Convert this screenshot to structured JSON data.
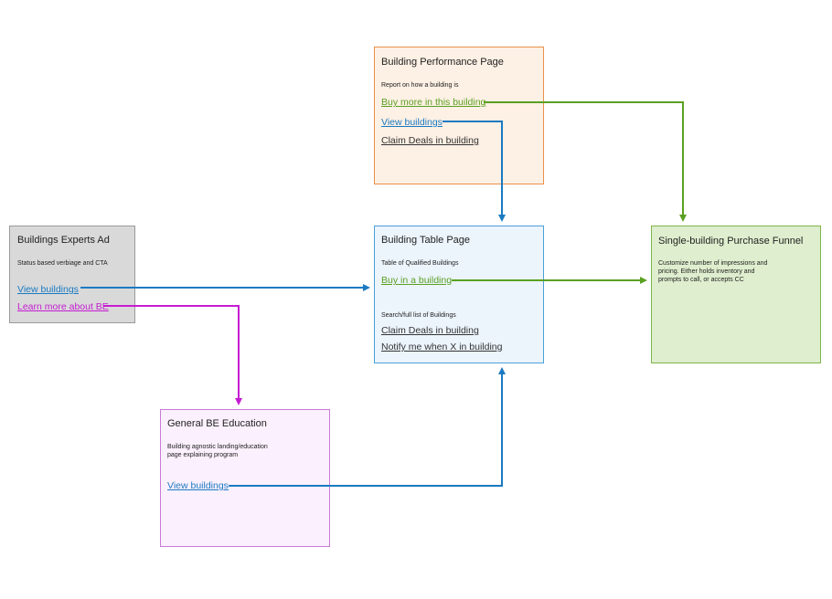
{
  "colors": {
    "blue": "#1a7ac2",
    "green": "#5aa022",
    "magenta": "#c51bd2",
    "dark": "#333333"
  },
  "boxes": {
    "ad": {
      "title": "Buildings Experts Ad",
      "desc": "Status based verbiage and CTA",
      "links": [
        "View buildings",
        "Learn more about BE"
      ]
    },
    "perf": {
      "title": "Building Performance Page",
      "desc": "Report on how a building is",
      "links": [
        "Buy more in this building",
        "View buildings",
        "Claim Deals in building"
      ]
    },
    "table": {
      "title": "Building Table Page",
      "desc": "Table of Qualified Buildings",
      "link_buy": "Buy in a building",
      "desc2": "Search/full list of Buildings",
      "link_claim": "Claim Deals in building",
      "link_notify": "Notify me when X in  building"
    },
    "funnel": {
      "title": "Single-building Purchase Funnel",
      "desc": "Customize number of impressions and\npricing.  Either holds inventory and\nprompts to call, or accepts CC"
    },
    "edu": {
      "title": "General BE Education",
      "desc": "Building agnostic landing/education\npage explaining program",
      "link": "View buildings"
    }
  }
}
